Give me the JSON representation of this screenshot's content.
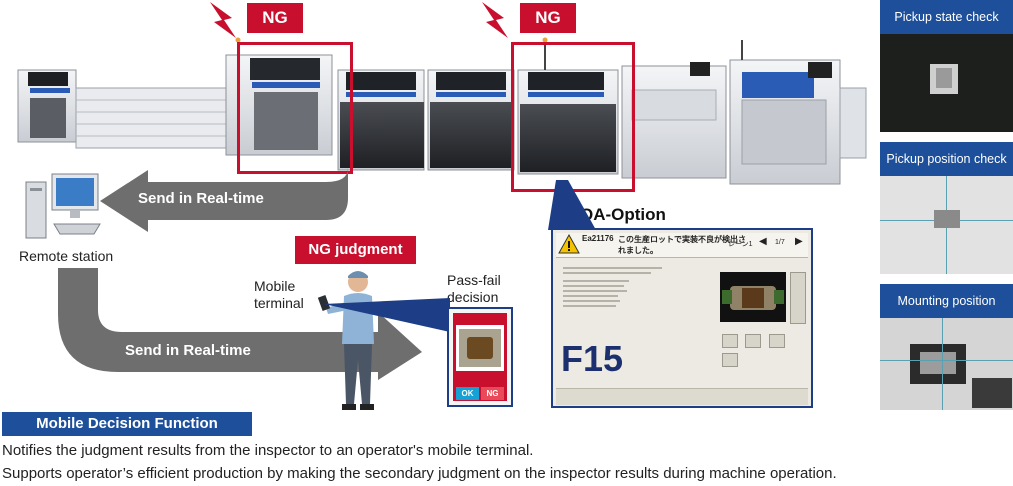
{
  "ng_badges": [
    "NG",
    "NG"
  ],
  "side_panels": [
    {
      "title": "Pickup state check"
    },
    {
      "title": "Pickup position check"
    },
    {
      "title": "Mounting position check"
    }
  ],
  "labels": {
    "send_realtime_top": "Send in Real-time",
    "send_realtime_bottom": "Send in Real-time",
    "remote_station": "Remote station",
    "qa_option": "QA-Option",
    "ng_judgment": "NG judgment",
    "mobile_terminal": "Mobile\nterminal",
    "pass_fail": "Pass-fail\ndecision"
  },
  "screen": {
    "code": "Ea21176",
    "message_line1": "この生産ロットで実装不良が検出さ",
    "message_line2": "れました。",
    "lane": "レーン1",
    "page": "1/7",
    "big_code": "F15"
  },
  "phone": {
    "ok": "OK",
    "ng": "NG"
  },
  "footer": {
    "function_title": "Mobile Decision Function",
    "line1": "Notifies the judgment results from the inspector to an operator's mobile terminal.",
    "line2": "Supports operator’s efficient production by making the secondary judgment on the inspector results during machine operation."
  },
  "colors": {
    "ng_red": "#c8102e",
    "brand_blue": "#1d4f9a",
    "arrow_gray": "#6e6e6e"
  }
}
